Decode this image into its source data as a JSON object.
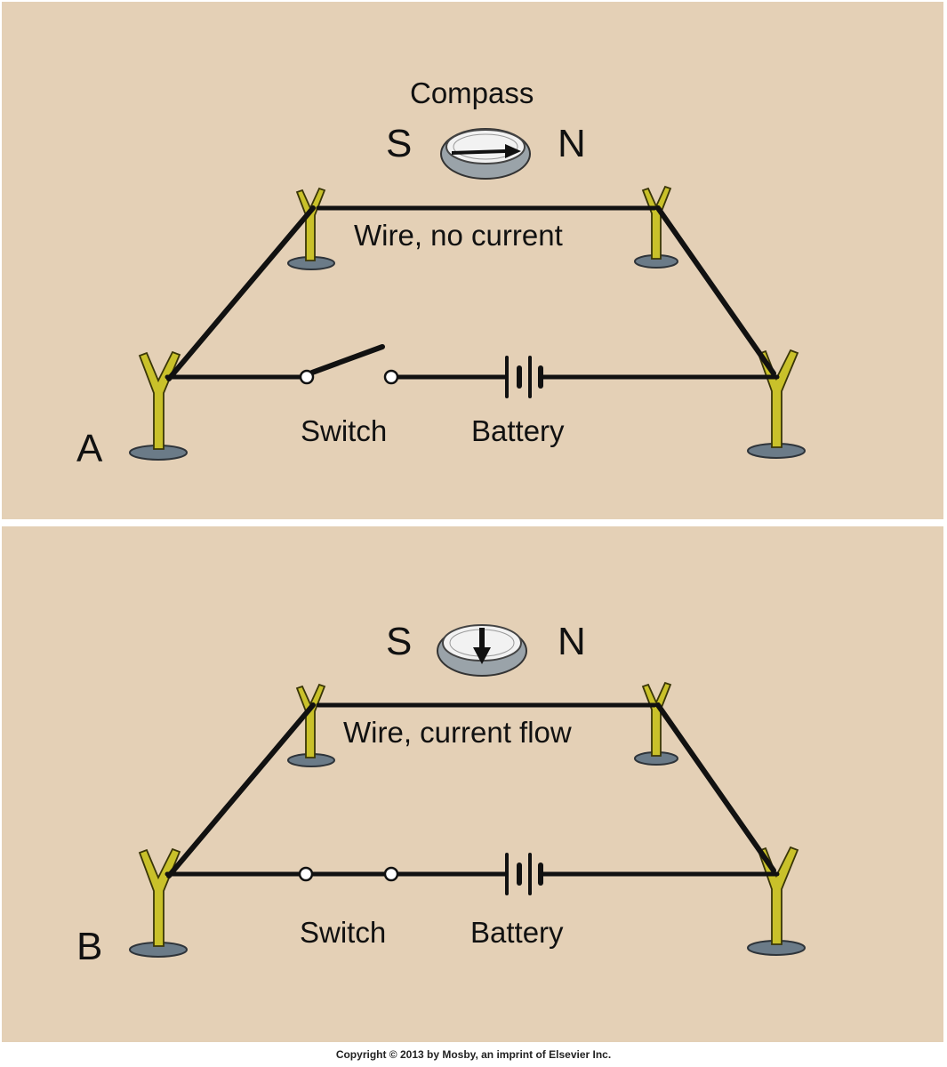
{
  "panel_a": {
    "letter": "A",
    "compass_label": "Compass",
    "south": "S",
    "north": "N",
    "wire_label": "Wire, no current",
    "switch_label": "Switch",
    "battery_label": "Battery"
  },
  "panel_b": {
    "letter": "B",
    "south": "S",
    "north": "N",
    "wire_label": "Wire, current flow",
    "switch_label": "Switch",
    "battery_label": "Battery"
  },
  "copyright": "Copyright © 2013 by Mosby, an imprint of Elsevier Inc.",
  "colors": {
    "background": "#e4d0b6",
    "post": "#c9c12a",
    "base": "#6b7b88",
    "wire": "#111111"
  }
}
